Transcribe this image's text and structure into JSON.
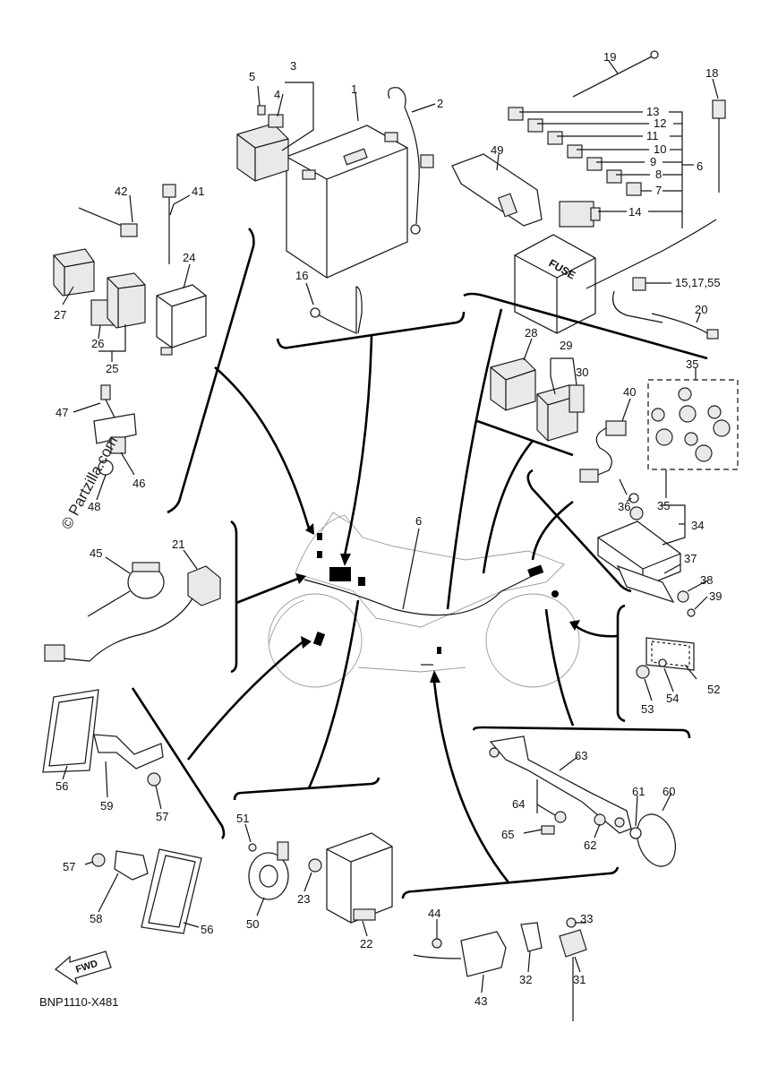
{
  "diagram_code": "BNP1110-X481",
  "copyright": "© Partzilla.com",
  "fuse_box_label": "FUSE",
  "fwd_label": "FWD",
  "labels": {
    "p1": "1",
    "p2": "2",
    "p3": "3",
    "p4": "4",
    "p5": "5",
    "p6a": "6",
    "p6b": "6",
    "p7": "7",
    "p8": "8",
    "p9": "9",
    "p10": "10",
    "p11": "11",
    "p12": "12",
    "p13": "13",
    "p14": "14",
    "p15": "15,17,55",
    "p16": "16",
    "p18": "18",
    "p19": "19",
    "p20": "20",
    "p21": "21",
    "p22": "22",
    "p23": "23",
    "p24": "24",
    "p25": "25",
    "p26": "26",
    "p27": "27",
    "p28": "28",
    "p29": "29",
    "p30": "30",
    "p31": "31",
    "p32": "32",
    "p33": "33",
    "p34": "34",
    "p35a": "35",
    "p35b": "35",
    "p36": "36",
    "p37": "37",
    "p38": "38",
    "p39": "39",
    "p40": "40",
    "p41": "41",
    "p42": "42",
    "p43": "43",
    "p44": "44",
    "p45": "45",
    "p46": "46",
    "p47": "47",
    "p48": "48",
    "p49": "49",
    "p50": "50",
    "p51": "51",
    "p52": "52",
    "p53": "53",
    "p54": "54",
    "p56a": "56",
    "p56b": "56",
    "p57a": "57",
    "p57b": "57",
    "p58": "58",
    "p59": "59",
    "p60": "60",
    "p61": "61",
    "p62": "62",
    "p63": "63",
    "p64": "64",
    "p65": "65"
  }
}
